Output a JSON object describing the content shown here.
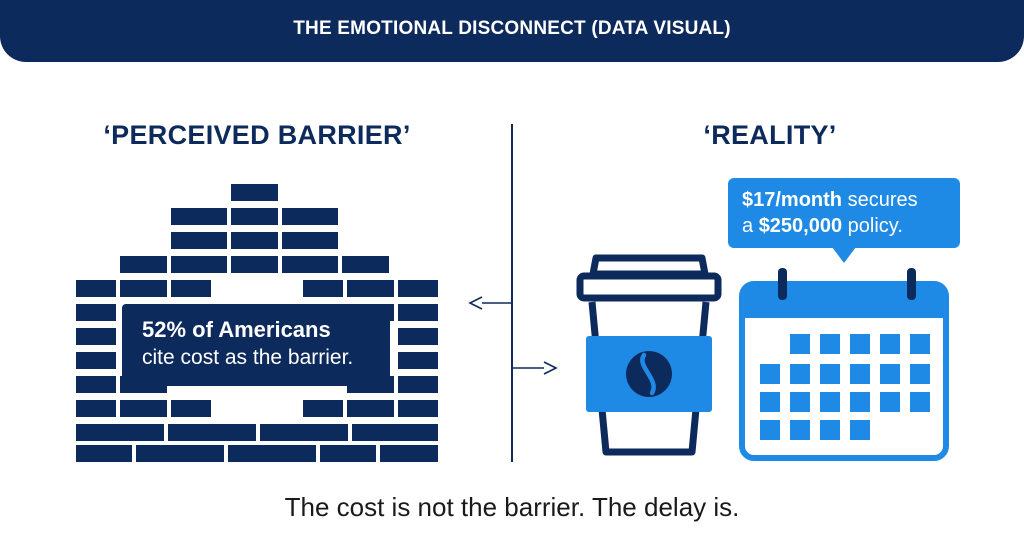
{
  "header": {
    "title": "THE EMOTIONAL DISCONNECT (DATA VISUAL)"
  },
  "left_panel": {
    "title": "‘PERCEIVED BARRIER’",
    "callout_line1": "52% of Americans",
    "callout_line2": "cite cost as the barrier."
  },
  "right_panel": {
    "title": "‘REALITY’",
    "bubble": {
      "part1_bold": "$17/month",
      "part2": " secures",
      "part3": "a ",
      "part4_bold": "$250,000",
      "part5": " policy."
    }
  },
  "tagline": "The cost is not the barrier. The delay is.",
  "icons": {
    "wall": "brick-wall-icon",
    "coffee": "coffee-cup-icon",
    "calendar": "calendar-icon",
    "arrows": "exchange-arrows-icon"
  },
  "colors": {
    "navy": "#0d2a5c",
    "blue": "#1e8ae6",
    "white": "#ffffff",
    "text": "#1a1a1a"
  }
}
